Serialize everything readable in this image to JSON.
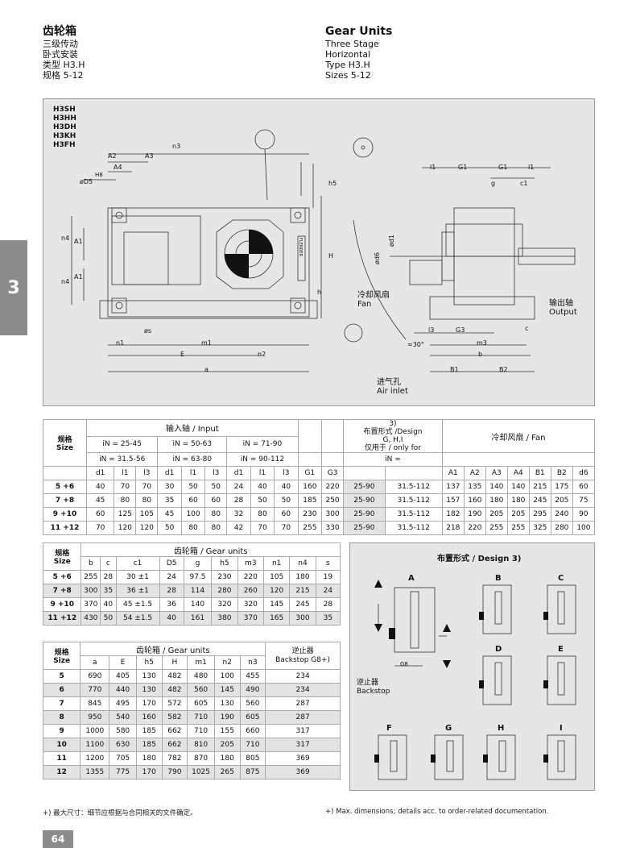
{
  "header_cn": {
    "title": "齿轮箱",
    "l1": "三级传动",
    "l2": "卧式安装",
    "l3": "类型 H3.H",
    "l4": "规格 5-12"
  },
  "header_en": {
    "title": "Gear Units",
    "l1": "Three Stage",
    "l2": "Horizontal",
    "l3": "Type H3.H",
    "l4": "Sizes 5-12"
  },
  "side_tab": "3",
  "drawing": {
    "types": [
      "H3SH",
      "H3HH",
      "H3DH",
      "H3KH",
      "H3FH"
    ],
    "labels": {
      "A2": "A2",
      "A3": "A3",
      "A4": "A4",
      "n3": "n3",
      "HB": "H8",
      "D5": "øD5",
      "n4a": "n4",
      "A1a": "A1",
      "n4b": "n4",
      "A1b": "A1",
      "s": "øs",
      "n1": "n1",
      "m1": "m1",
      "E": "E",
      "n2": "n2",
      "a": "a",
      "h5": "h5",
      "H": "H",
      "h": "h",
      "l1a": "l1",
      "G1a": "G1",
      "G1b": "G1",
      "l1b": "l1",
      "g": "g",
      "c1": "c1",
      "d1": "ød1",
      "d6": "ød6",
      "l3": "l3",
      "G3": "G3",
      "m3": "m3",
      "b": "b",
      "B1": "B1",
      "B2": "B2",
      "c": "c",
      "angle": "≈30°",
      "fan_cn": "冷却风扇",
      "fan_en": "Fan",
      "out_cn": "输出轴",
      "out_en": "Output",
      "air_cn": "进气孔",
      "air_en": "Air inlet",
      "plate": "FLENDER"
    }
  },
  "t1": {
    "h_size_cn": "规格",
    "h_size_en": "Size",
    "input": "输入轴 / Input",
    "i1": "iN = 25-45",
    "i2": "iN = 50-63",
    "i3": "iN = 71-90",
    "i4": "iN = 31.5-56",
    "i5": "iN = 63-80",
    "i6": "iN = 90-112",
    "design_note": "3)",
    "design_cn": "布置形式 /Design",
    "design_ghi": "G, H,I",
    "design_only": "仅用于 / only for",
    "design_in": "iN =",
    "fan": "冷却风扇 / Fan",
    "cols": [
      "d1",
      "l1",
      "l3",
      "d1",
      "l1",
      "l3",
      "d1",
      "l1",
      "l3",
      "G1",
      "G3",
      "",
      "",
      "A1",
      "A2",
      "A3",
      "A4",
      "B1",
      "B2",
      "d6"
    ],
    "rows": [
      [
        "5 +6",
        "40",
        "70",
        "70",
        "30",
        "50",
        "50",
        "24",
        "40",
        "40",
        "160",
        "220",
        "25-90",
        "31.5-112",
        "137",
        "135",
        "140",
        "140",
        "215",
        "175",
        "60"
      ],
      [
        "7 +8",
        "45",
        "80",
        "80",
        "35",
        "60",
        "60",
        "28",
        "50",
        "50",
        "185",
        "250",
        "25-90",
        "31.5-112",
        "157",
        "160",
        "180",
        "180",
        "245",
        "205",
        "75"
      ],
      [
        "9 +10",
        "60",
        "125",
        "105",
        "45",
        "100",
        "80",
        "32",
        "80",
        "60",
        "230",
        "300",
        "25-90",
        "31.5-112",
        "182",
        "190",
        "205",
        "205",
        "295",
        "240",
        "90"
      ],
      [
        "11 +12",
        "70",
        "120",
        "120",
        "50",
        "80",
        "80",
        "42",
        "70",
        "70",
        "255",
        "330",
        "25-90",
        "31.5-112",
        "218",
        "220",
        "255",
        "255",
        "325",
        "280",
        "100"
      ]
    ]
  },
  "t2": {
    "h_size_cn": "规格",
    "h_size_en": "Size",
    "title": "齿轮箱 / Gear units",
    "cols": [
      "b",
      "c",
      "c1",
      "D5",
      "g",
      "h5",
      "m3",
      "n1",
      "n4",
      "s"
    ],
    "rows": [
      [
        "5 +6",
        "255",
        "28",
        "30 ±1",
        "24",
        "97.5",
        "230",
        "220",
        "105",
        "180",
        "19"
      ],
      [
        "7 +8",
        "300",
        "35",
        "36 ±1",
        "28",
        "114",
        "280",
        "260",
        "120",
        "215",
        "24"
      ],
      [
        "9 +10",
        "370",
        "40",
        "45 ±1.5",
        "36",
        "140",
        "320",
        "320",
        "145",
        "245",
        "28"
      ],
      [
        "11 +12",
        "430",
        "50",
        "54 ±1.5",
        "40",
        "161",
        "380",
        "370",
        "165",
        "300",
        "35"
      ]
    ]
  },
  "t3": {
    "h_size_cn": "规格",
    "h_size_en": "Size",
    "title": "齿轮箱 / Gear units",
    "cols": [
      "a",
      "E",
      "h5",
      "H",
      "m1",
      "n2",
      "n3"
    ],
    "backstop_cn": "逆止器",
    "backstop_en": "Backstop G8+)",
    "rows": [
      [
        "5",
        "690",
        "405",
        "130",
        "482",
        "480",
        "100",
        "455",
        "234"
      ],
      [
        "6",
        "770",
        "440",
        "130",
        "482",
        "560",
        "145",
        "490",
        "234"
      ],
      [
        "7",
        "845",
        "495",
        "170",
        "572",
        "605",
        "130",
        "560",
        "287"
      ],
      [
        "8",
        "950",
        "540",
        "160",
        "582",
        "710",
        "190",
        "605",
        "287"
      ],
      [
        "9",
        "1000",
        "580",
        "185",
        "662",
        "710",
        "155",
        "660",
        "317"
      ],
      [
        "10",
        "1100",
        "630",
        "185",
        "662",
        "810",
        "205",
        "710",
        "317"
      ],
      [
        "11",
        "1200",
        "705",
        "180",
        "782",
        "870",
        "180",
        "805",
        "369"
      ],
      [
        "12",
        "1355",
        "775",
        "170",
        "790",
        "1025",
        "265",
        "875",
        "369"
      ]
    ]
  },
  "design_panel": {
    "title": "布置形式 /  Design 3)",
    "letters": [
      "A",
      "B",
      "C",
      "D",
      "E",
      "F",
      "G",
      "H",
      "I"
    ],
    "g8": "G8",
    "backstop_cn": "逆止器",
    "backstop_en": "Backstop"
  },
  "footnote_cn": "+) 最大尺寸：细节应根据与合同相关的文件确定。",
  "footnote_en": "+) Max. dimensions; details acc. to order-related documentation.",
  "page_number": "64"
}
